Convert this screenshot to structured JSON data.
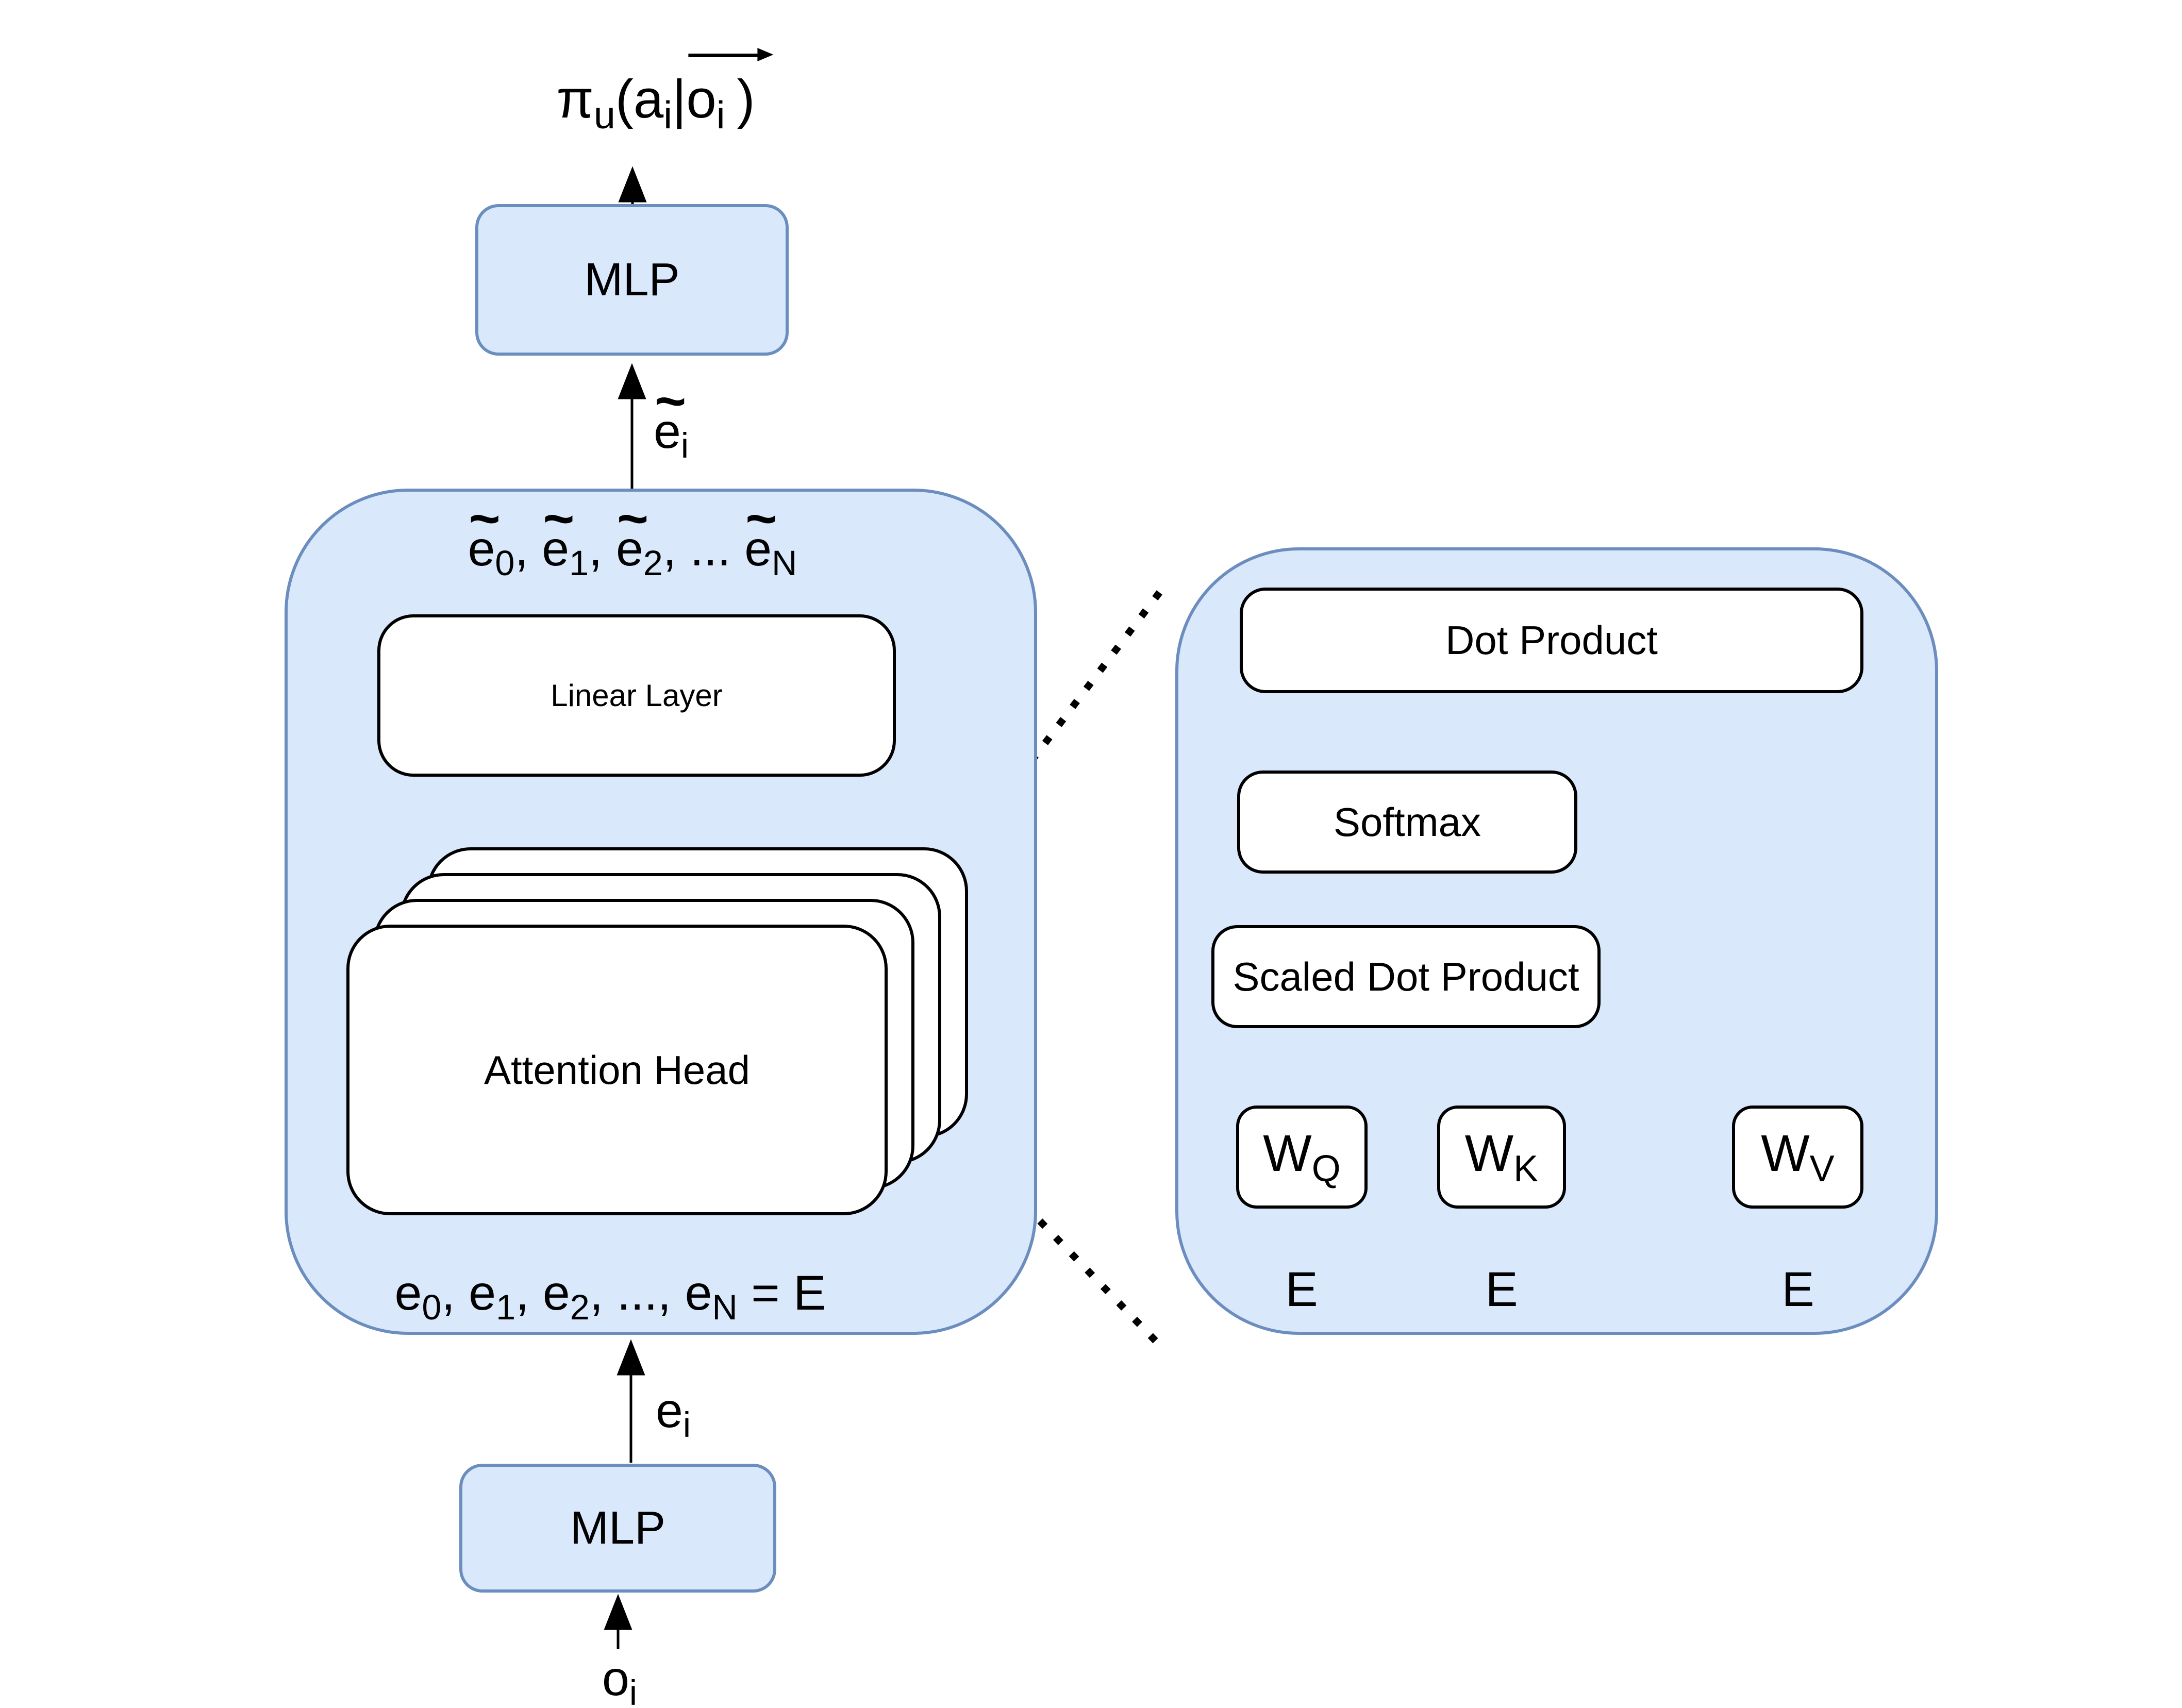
{
  "colors": {
    "panel_fill": "#dae8fc",
    "panel_border": "#6c8ebf",
    "box_fill": "#ffffff",
    "box_border": "#000000",
    "line": "#000000"
  },
  "title_formula": {
    "pi": "π",
    "pi_sub": "u",
    "lparen_a": "(a",
    "a_sub": "i",
    "pipe": "|",
    "o_base": "o",
    "o_sub": "i",
    "rparen": ")"
  },
  "tilde_glyph": "~",
  "top_mlp_label": "MLP",
  "ehat_i": {
    "base": "e",
    "sub": "i"
  },
  "left_panel": {
    "ehat_list": {
      "e0": "e",
      "s0": "0",
      "sep0": ", ",
      "e1": "e",
      "s1": "1",
      "sep1": ", ",
      "e2": "e",
      "s2": "2",
      "sep2": ", ... ",
      "eN": "e",
      "sN": "N"
    },
    "linear_layer_label": "Linear Layer",
    "attention_head_label": "Attention Head",
    "e_list": {
      "e0": "e",
      "s0": "0",
      "sep0": ", ",
      "e1": "e",
      "s1": "1",
      "sep1": ", ",
      "e2": "e",
      "s2": "2",
      "sep2": ", ..., ",
      "eN": "e",
      "sN": "N",
      "eq": " = E"
    }
  },
  "e_i": {
    "base": "e",
    "sub": "i"
  },
  "bottom_mlp_label": "MLP",
  "o_i": {
    "base": "o",
    "sub": "i"
  },
  "right_panel": {
    "dot_product_label": "Dot Product",
    "softmax_label": "Softmax",
    "scaled_dot_product_label": "Scaled Dot Product",
    "wq": {
      "base": "W",
      "sub": "Q"
    },
    "wk": {
      "base": "W",
      "sub": "K"
    },
    "wv": {
      "base": "W",
      "sub": "V"
    },
    "e_in_q": "E",
    "e_in_k": "E",
    "e_in_v": "E"
  }
}
